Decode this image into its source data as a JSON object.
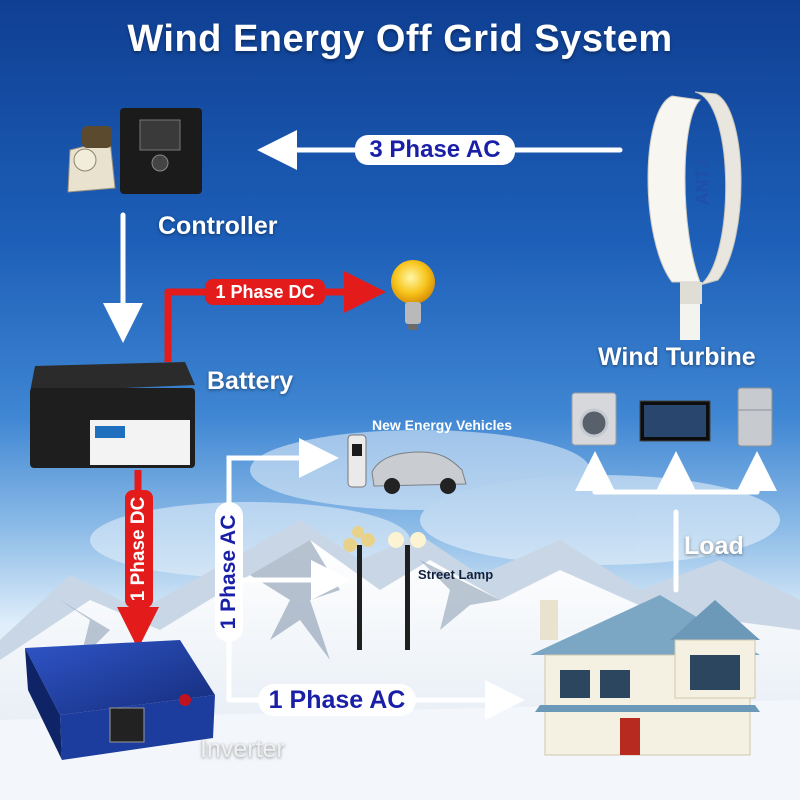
{
  "title": "Wind Energy Off Grid System",
  "labels": {
    "controller": "Controller",
    "battery": "Battery",
    "wind_turbine": "Wind Turbine",
    "load": "Load",
    "inverter": "Inverter",
    "new_energy_vehicles": "New Energy Vehicles",
    "street_lamp": "Street Lamp"
  },
  "connections": {
    "turbine_to_controller": "3  Phase AC",
    "battery_to_bulb": "1 Phase DC",
    "battery_to_inverter": "1 Phase DC",
    "inverter_branch": "1 Phase AC",
    "inverter_to_house": "1 Phase AC"
  },
  "turbine_brand": "ANTJ",
  "colors": {
    "sky_top": "#0f3f93",
    "arrow_white": "#ffffff",
    "arrow_red": "#e31b1b",
    "pill_text": "#1a1fa8"
  }
}
